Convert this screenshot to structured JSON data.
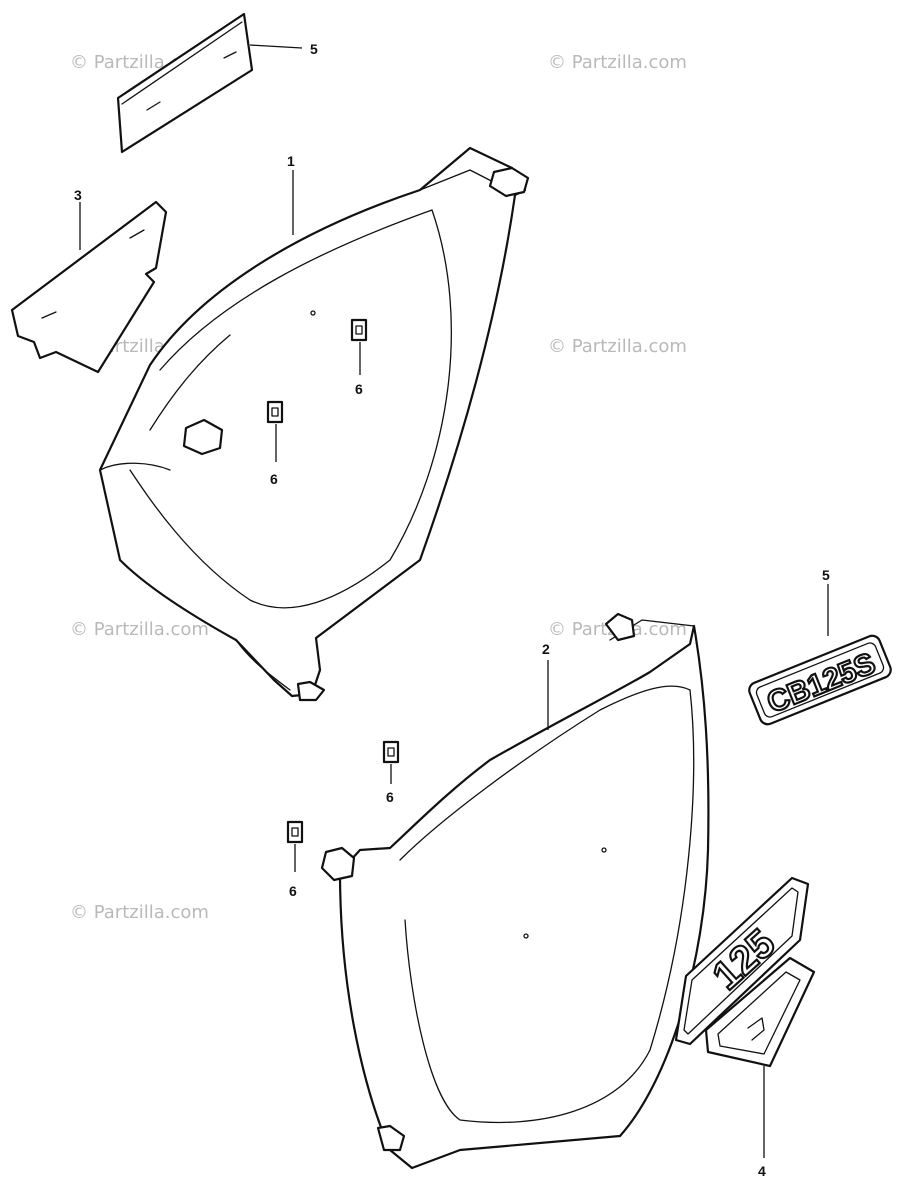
{
  "watermark": {
    "text": "© Partzilla.com",
    "color": "#b9b9b9"
  },
  "callouts": [
    {
      "id": "part-5-top",
      "label": "5"
    },
    {
      "id": "part-1",
      "label": "1"
    },
    {
      "id": "part-3",
      "label": "3"
    },
    {
      "id": "part-6-a",
      "label": "6"
    },
    {
      "id": "part-6-b",
      "label": "6"
    },
    {
      "id": "part-5-emblem",
      "label": "5"
    },
    {
      "id": "part-2",
      "label": "2"
    },
    {
      "id": "part-6-c",
      "label": "6"
    },
    {
      "id": "part-6-d",
      "label": "6"
    },
    {
      "id": "part-4",
      "label": "4"
    }
  ],
  "emblems": {
    "model_badge": "CB125S",
    "number_badge": "125"
  },
  "line_color": "#111111"
}
